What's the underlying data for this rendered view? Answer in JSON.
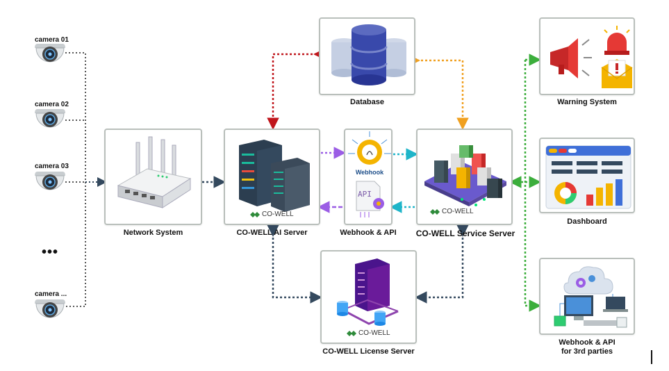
{
  "cameras": [
    {
      "label": "camera 01"
    },
    {
      "label": "camera 02"
    },
    {
      "label": "camera 03"
    },
    {
      "label": "camera ..."
    }
  ],
  "ellipsis": "•••",
  "nodes": {
    "network": "Network System",
    "ai_server": "CO-WELL AI Server",
    "webhook_api": "Webhook & API",
    "service_server": "CO-WELL Service Server",
    "database": "Database",
    "license_server": "CO-WELL License Server",
    "warning": "Warning System",
    "dashboard": "Dashboard",
    "thirdparty_line1": "Webhook & API",
    "thirdparty_line2": "for 3rd parties"
  },
  "icon_text": {
    "webhook": "Webhook",
    "api": "API",
    "brand": "CO-WELL"
  },
  "colors": {
    "red": "#c0161c",
    "orange": "#f0a020",
    "purple": "#9b5de5",
    "cyan": "#1fb5c9",
    "green": "#3cae3c",
    "navy": "#34495e",
    "grey": "#888888"
  }
}
